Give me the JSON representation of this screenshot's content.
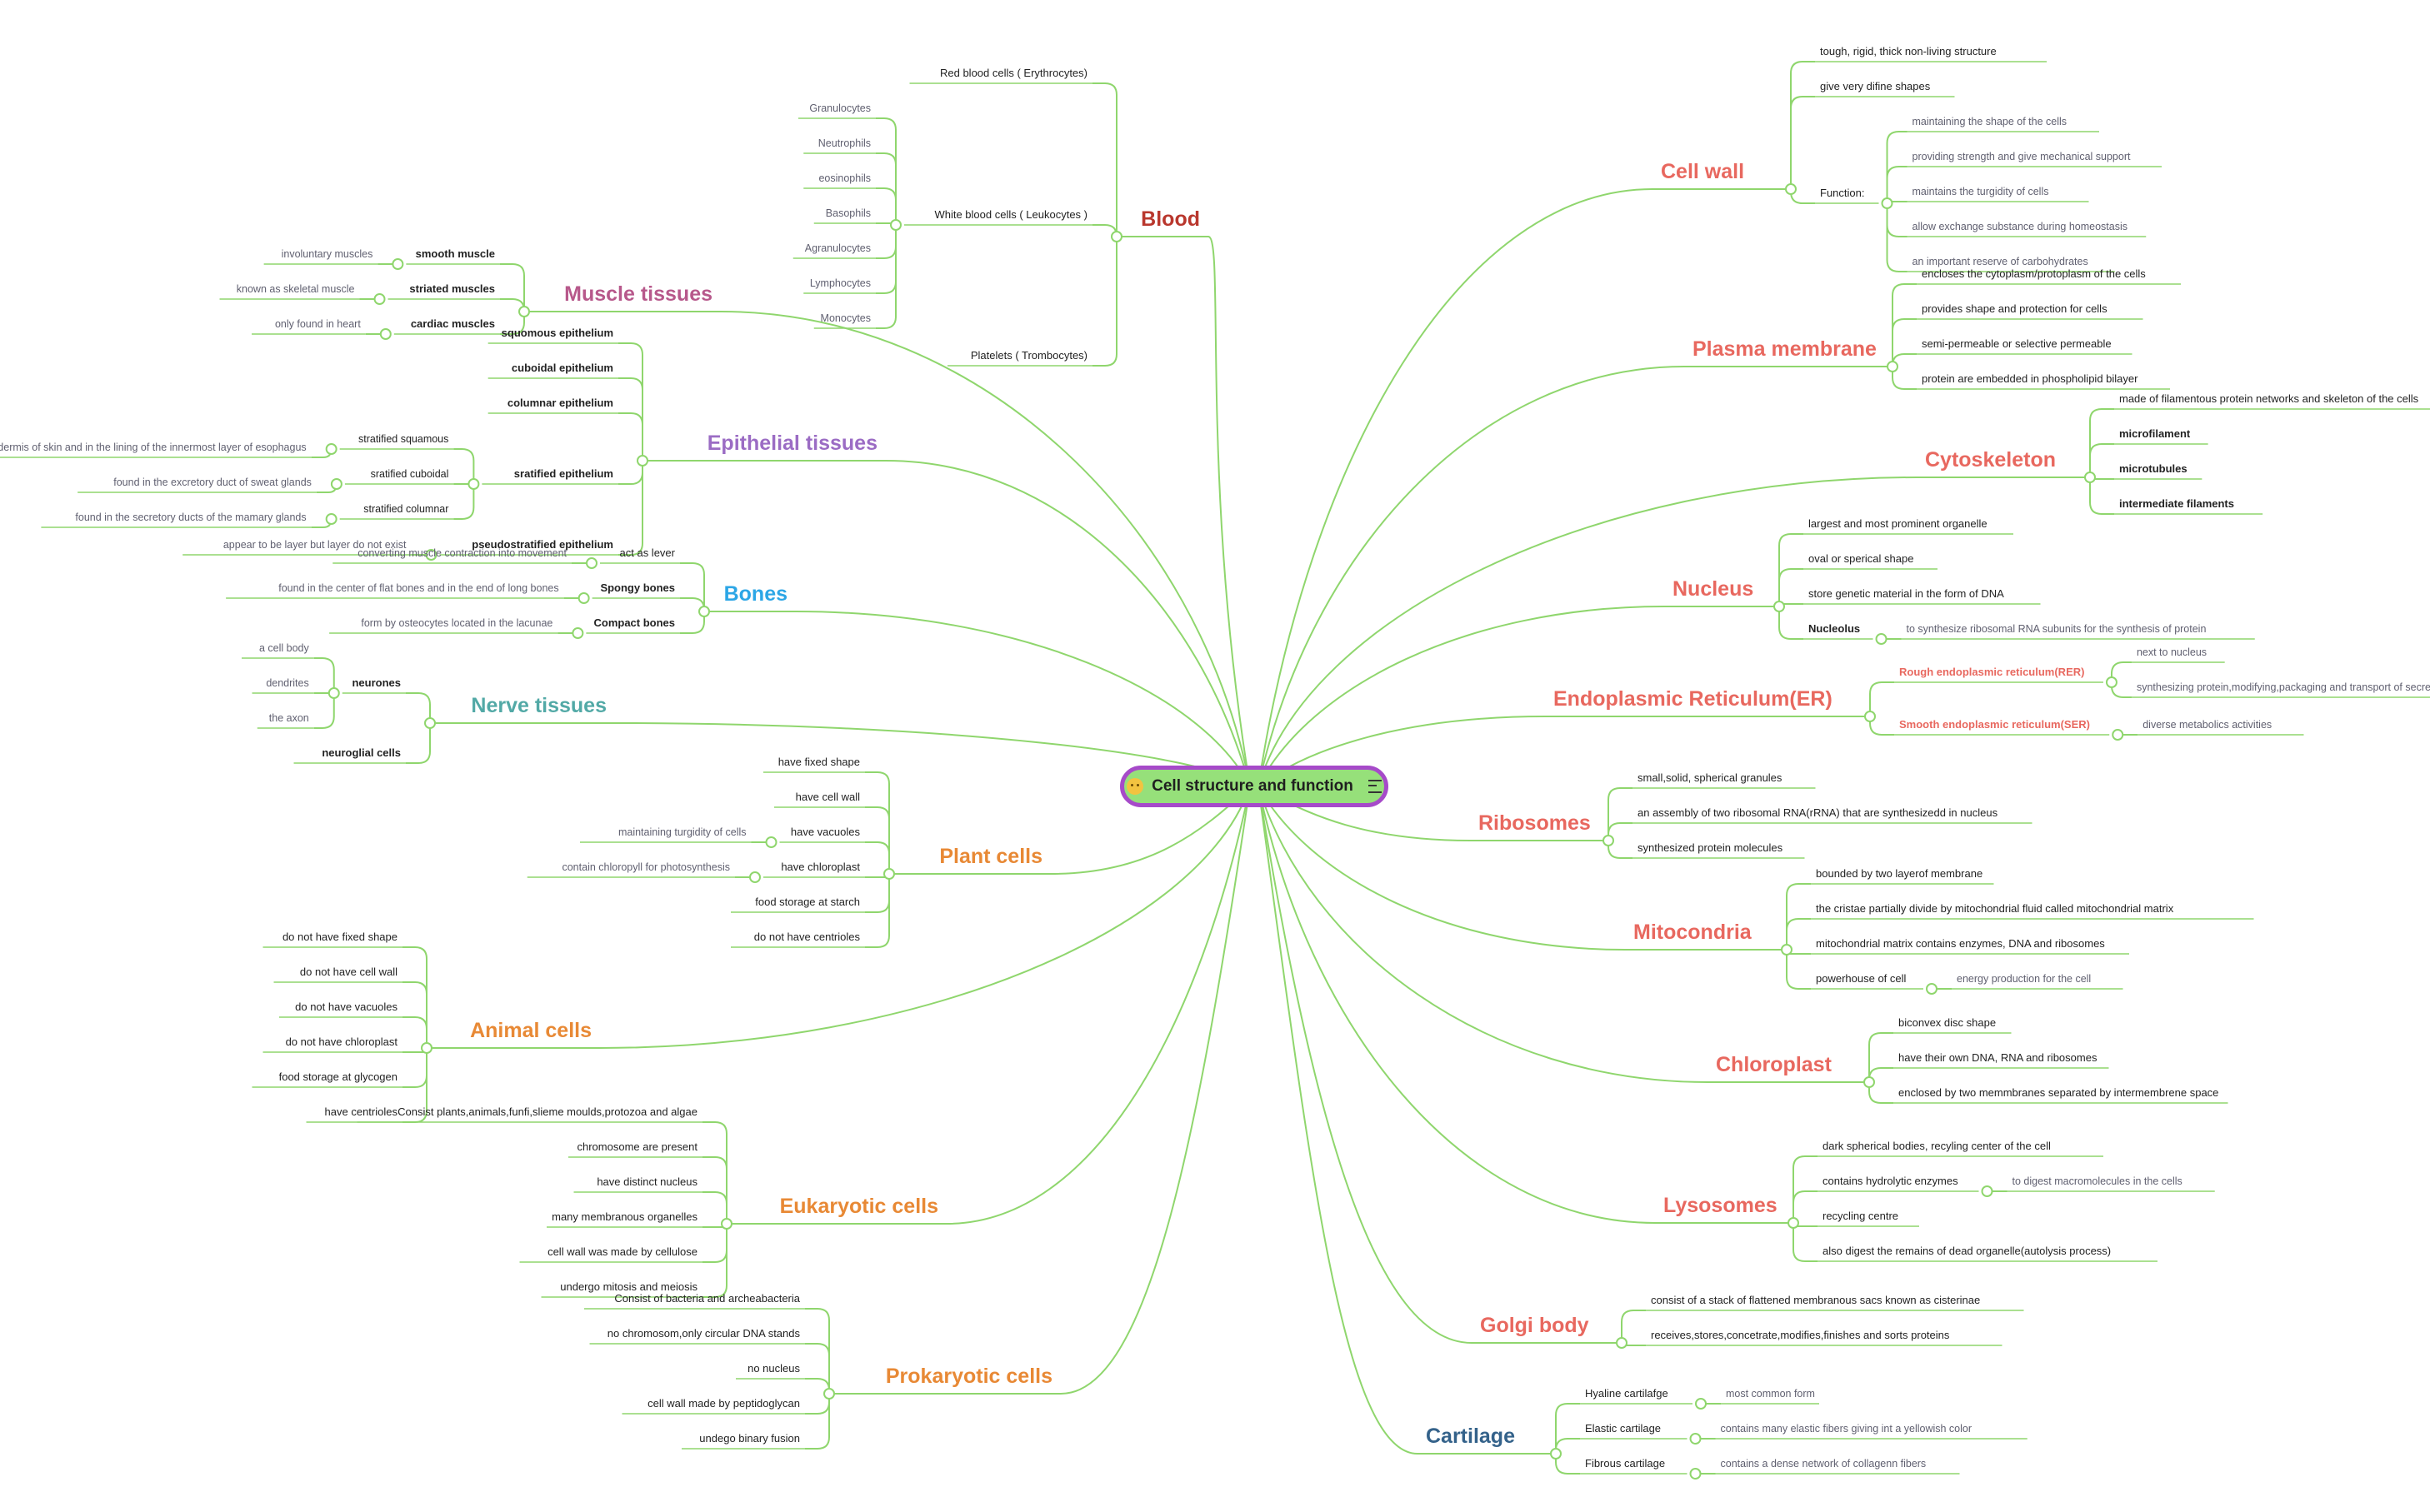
{
  "title": "Cell structure and function",
  "colors": {
    "line": "#8fd66d",
    "text": "#222222",
    "muted": "#606070",
    "red": "#e8685f",
    "maroon": "#b9372d",
    "purple": "#9b6cc4",
    "pink": "#b7588b",
    "blue": "#2ca6e6",
    "teal": "#52a9a6",
    "orange": "#e88935",
    "navy": "#34628a",
    "center_fill": "#96e07a",
    "center_border": "#a64ac9"
  },
  "topics": [
    {
      "label": "Cell wall",
      "color": "red",
      "children": [
        {
          "label": "tough, rigid, thick non-living structure"
        },
        {
          "label": "give very difine shapes"
        },
        {
          "label": "Function:",
          "children": [
            {
              "label": "maintaining the shape of the cells"
            },
            {
              "label": "providing strength and give mechanical support"
            },
            {
              "label": "maintains the turgidity of cells"
            },
            {
              "label": "allow exchange substance during homeostasis"
            },
            {
              "label": "an important reserve of carbohydrates"
            }
          ]
        }
      ]
    },
    {
      "label": "Plasma membrane",
      "color": "red",
      "children": [
        {
          "label": "encloses the cytoplasm/protoplasm of the cells"
        },
        {
          "label": "provides shape and protection for cells"
        },
        {
          "label": "semi-permeable or selective permeable"
        },
        {
          "label": "protein are embedded in phospholipid bilayer"
        }
      ]
    },
    {
      "label": "Cytoskeleton",
      "color": "red",
      "children": [
        {
          "label": "made of filamentous protein networks and skeleton of the cells"
        },
        {
          "label": "microfilament",
          "bold": true
        },
        {
          "label": "microtubules",
          "bold": true
        },
        {
          "label": "intermediate filaments",
          "bold": true
        }
      ]
    },
    {
      "label": "Nucleus",
      "color": "red",
      "children": [
        {
          "label": "largest and most prominent organelle"
        },
        {
          "label": "oval or sperical shape"
        },
        {
          "label": "store genetic material in the form of DNA"
        },
        {
          "label": "Nucleolus",
          "bold": true,
          "children": [
            {
              "label": "to synthesize ribosomal RNA subunits for the synthesis of protein"
            }
          ]
        }
      ]
    },
    {
      "label": "Endoplasmic Reticulum(ER)",
      "color": "red",
      "children": [
        {
          "label": "Rough endoplasmic reticulum(RER)",
          "bold": true,
          "color": "red",
          "children": [
            {
              "label": "next to nucleus"
            },
            {
              "label": "synthesizing protein,modifying,packaging and transport of secretory proteins"
            }
          ]
        },
        {
          "label": "Smooth endoplasmic reticulum(SER)",
          "bold": true,
          "color": "red",
          "children": [
            {
              "label": "diverse metabolics activities"
            }
          ]
        }
      ]
    },
    {
      "label": "Ribosomes",
      "color": "red",
      "children": [
        {
          "label": "small,solid, spherical granules"
        },
        {
          "label": "an assembly of two ribosomal RNA(rRNA) that are synthesizedd in nucleus"
        },
        {
          "label": "synthesized protein molecules"
        }
      ]
    },
    {
      "label": "Mitocondria",
      "color": "red",
      "children": [
        {
          "label": "bounded by two layerof membrane"
        },
        {
          "label": "the cristae partially divide by mitochondrial fluid called mitochondrial matrix"
        },
        {
          "label": "mitochondrial matrix contains enzymes, DNA and ribosomes"
        },
        {
          "label": "powerhouse of cell",
          "children": [
            {
              "label": "energy production for the cell"
            }
          ]
        }
      ]
    },
    {
      "label": "Chloroplast",
      "color": "red",
      "children": [
        {
          "label": "biconvex disc shape"
        },
        {
          "label": "have their own DNA, RNA and ribosomes"
        },
        {
          "label": "enclosed by two memmbranes separated by intermembrene space"
        }
      ]
    },
    {
      "label": "Lysosomes",
      "color": "red",
      "children": [
        {
          "label": "dark spherical bodies, recyling center of the cell"
        },
        {
          "label": "contains hydrolytic enzymes",
          "children": [
            {
              "label": "to digest macromolecules in the cells"
            }
          ]
        },
        {
          "label": "recycling centre"
        },
        {
          "label": "also digest the remains of dead organelle(autolysis process)"
        }
      ]
    },
    {
      "label": "Golgi body",
      "color": "red",
      "children": [
        {
          "label": "consist of a stack of flattened membranous sacs known as cisterinae"
        },
        {
          "label": "receives,stores,concetrate,modifies,finishes and sorts proteins"
        }
      ]
    },
    {
      "label": "Cartilage",
      "color": "navy",
      "children": [
        {
          "label": "Hyaline cartilafge",
          "children": [
            {
              "label": "most common form"
            }
          ]
        },
        {
          "label": "Elastic cartilage",
          "children": [
            {
              "label": "contains many elastic fibers giving int a yellowish color"
            }
          ]
        },
        {
          "label": "Fibrous cartilage",
          "children": [
            {
              "label": "contains a dense network of collagenn fibers"
            }
          ]
        }
      ]
    },
    {
      "label": "Blood",
      "color": "maroon",
      "children": [
        {
          "label": "Red blood cells ( Erythrocytes)"
        },
        {
          "label": "White blood cells ( Leukocytes )",
          "children": [
            {
              "label": "Granulocytes"
            },
            {
              "label": "Neutrophils"
            },
            {
              "label": "eosinophils"
            },
            {
              "label": "Basophils"
            },
            {
              "label": "Agranulocytes"
            },
            {
              "label": "Lymphocytes"
            },
            {
              "label": "Monocytes"
            }
          ]
        },
        {
          "label": "Platelets ( Trombocytes)"
        }
      ]
    },
    {
      "label": "Muscle tissues",
      "color": "pink",
      "children": [
        {
          "label": "smooth muscle",
          "bold": true,
          "children": [
            {
              "label": "involuntary muscles"
            }
          ]
        },
        {
          "label": "striated muscles",
          "bold": true,
          "children": [
            {
              "label": "known as skeletal muscle"
            }
          ]
        },
        {
          "label": "cardiac muscles",
          "bold": true,
          "children": [
            {
              "label": "only found in heart"
            }
          ]
        }
      ]
    },
    {
      "label": "Epithelial tissues",
      "color": "purple",
      "children": [
        {
          "label": "squomous epithelium",
          "bold": true
        },
        {
          "label": "cuboidal epithelium",
          "bold": true
        },
        {
          "label": "columnar epithelium",
          "bold": true
        },
        {
          "label": "sratified epithelium",
          "bold": true,
          "children": [
            {
              "label": "stratified squamous",
              "children": [
                {
                  "label": "found in epidermis of skin and in the lining of the innermost layer of esophagus"
                }
              ]
            },
            {
              "label": "sratified cuboidal",
              "children": [
                {
                  "label": "found in the excretory duct of sweat glands"
                }
              ]
            },
            {
              "label": "stratified columnar",
              "children": [
                {
                  "label": "found in the secretory ducts of the mamary glands"
                }
              ]
            }
          ]
        },
        {
          "label": "pseudostratified epithelium",
          "bold": true,
          "children": [
            {
              "label": "appear to be layer but layer do not exist"
            }
          ]
        }
      ]
    },
    {
      "label": "Bones",
      "color": "blue",
      "children": [
        {
          "label": "act as lever",
          "children": [
            {
              "label": "converting muscle contraction into movement"
            }
          ]
        },
        {
          "label": "Spongy bones",
          "bold": true,
          "children": [
            {
              "label": "found in the center of flat bones and in the end of long bones"
            }
          ]
        },
        {
          "label": "Compact bones",
          "bold": true,
          "children": [
            {
              "label": "form by osteocytes located in the lacunae"
            }
          ]
        }
      ]
    },
    {
      "label": "Nerve tissues",
      "color": "teal",
      "children": [
        {
          "label": "neurones",
          "bold": true,
          "children": [
            {
              "label": "a cell body"
            },
            {
              "label": "dendrites"
            },
            {
              "label": "the axon"
            }
          ]
        },
        {
          "label": "neuroglial cells",
          "bold": true
        }
      ]
    },
    {
      "label": "Plant cells",
      "color": "orange",
      "children": [
        {
          "label": "have fixed shape"
        },
        {
          "label": "have cell wall"
        },
        {
          "label": "have vacuoles",
          "children": [
            {
              "label": "maintaining turgidity of cells"
            }
          ]
        },
        {
          "label": "have chloroplast",
          "children": [
            {
              "label": "contain chloropyll for photosynthesis"
            }
          ]
        },
        {
          "label": "food storage at starch"
        },
        {
          "label": "do not have centrioles"
        }
      ]
    },
    {
      "label": "Animal cells",
      "color": "orange",
      "children": [
        {
          "label": "do not have fixed shape"
        },
        {
          "label": "do not have cell wall"
        },
        {
          "label": "do not have vacuoles"
        },
        {
          "label": "do not have chloroplast"
        },
        {
          "label": "food storage at  glycogen"
        },
        {
          "label": "have centrioles"
        }
      ]
    },
    {
      "label": "Eukaryotic cells",
      "color": "orange",
      "children": [
        {
          "label": "Consist plants,animals,funfi,slieme moulds,protozoa and algae"
        },
        {
          "label": "chromosome are present"
        },
        {
          "label": "have distinct nucleus"
        },
        {
          "label": "many membranous organelles"
        },
        {
          "label": "cell wall was made by cellulose"
        },
        {
          "label": "undergo mitosis and meiosis"
        }
      ]
    },
    {
      "label": "Prokaryotic cells",
      "color": "orange",
      "children": [
        {
          "label": "Consist of bacteria and archeabacteria"
        },
        {
          "label": "no chromosom,only circular DNA stands"
        },
        {
          "label": "no nucleus"
        },
        {
          "label": "cell wall made by peptidoglycan"
        },
        {
          "label": "undego binary fusion"
        }
      ]
    }
  ]
}
